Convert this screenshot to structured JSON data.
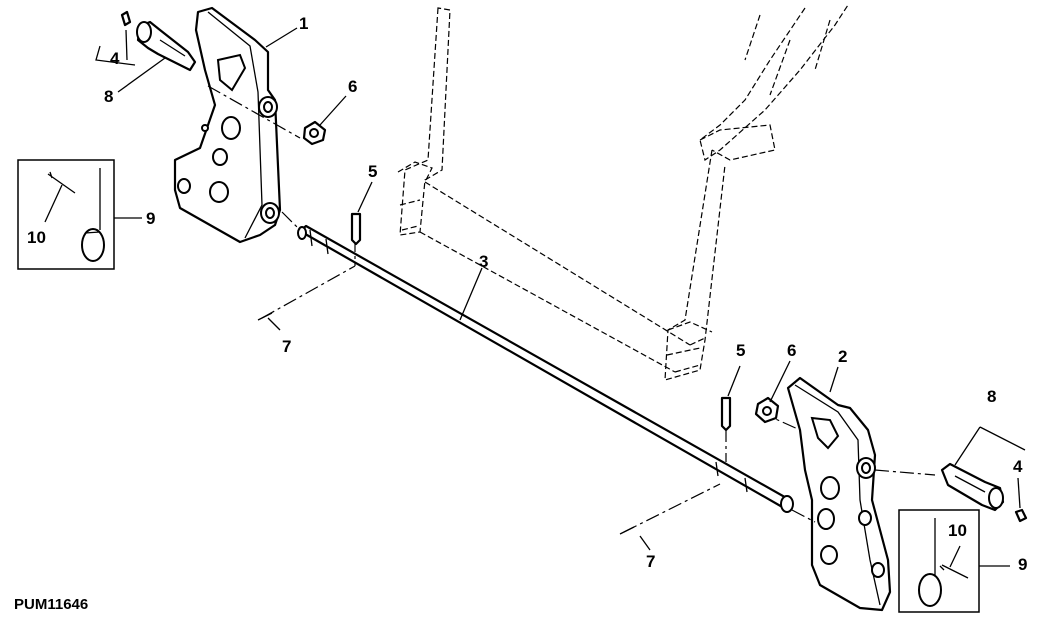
{
  "figure_code": "PUM11646",
  "callouts": {
    "c1": "1",
    "c2": "2",
    "c3": "3",
    "c4a": "4",
    "c4b": "4",
    "c5a": "5",
    "c5b": "5",
    "c6a": "6",
    "c6b": "6",
    "c7a": "7",
    "c7b": "7",
    "c8a": "8",
    "c8b": "8",
    "c9a": "9",
    "c9b": "9",
    "c10a": "10",
    "c10b": "10"
  }
}
